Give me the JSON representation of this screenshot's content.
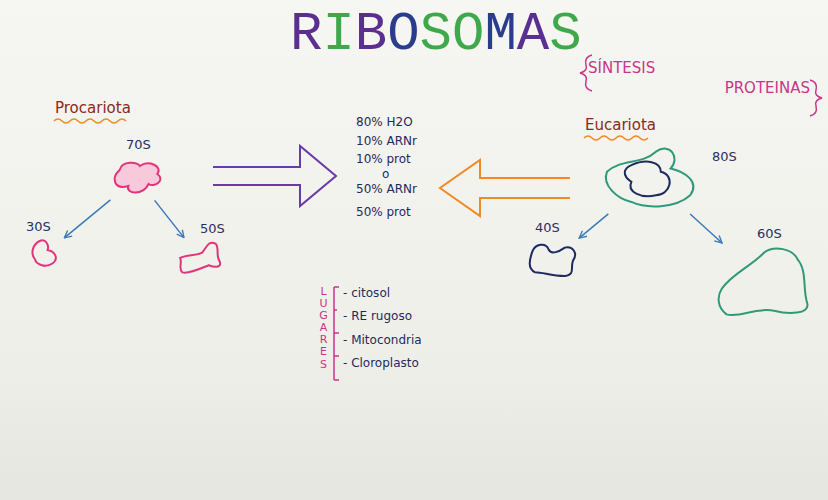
{
  "diagram": {
    "title": "RIBOSOMAS",
    "nodes": [
      {
        "text": [
          "70S"
        ]
      },
      {
        "text": [
          "30S"
        ]
      },
      {
        "text": [
          "50S"
        ]
      },
      {
        "text": [
          "80S"
        ]
      },
      {
        "text": [
          "40S"
        ]
      },
      {
        "text": [
          "60S"
        ]
      }
    ],
    "edges": [
      {
        "from": 0,
        "to": 1,
        "arrow": "to"
      },
      {
        "from": 0,
        "to": 2,
        "arrow": "to"
      },
      {
        "from": 3,
        "to": 4,
        "arrow": "to"
      },
      {
        "from": 3,
        "to": 5,
        "arrow": "to"
      }
    ],
    "labels": [
      "SÍNTESIS PROTEINAS",
      "Procariota",
      "Eucariota",
      "80% H2O",
      "10% ARNr",
      "10% prot",
      "o",
      "50% ARNr",
      "50% prot",
      "LUGARES",
      "- citosol",
      "- RE rugoso",
      "- Mitocondria",
      "- Cloroplasto"
    ]
  }
}
